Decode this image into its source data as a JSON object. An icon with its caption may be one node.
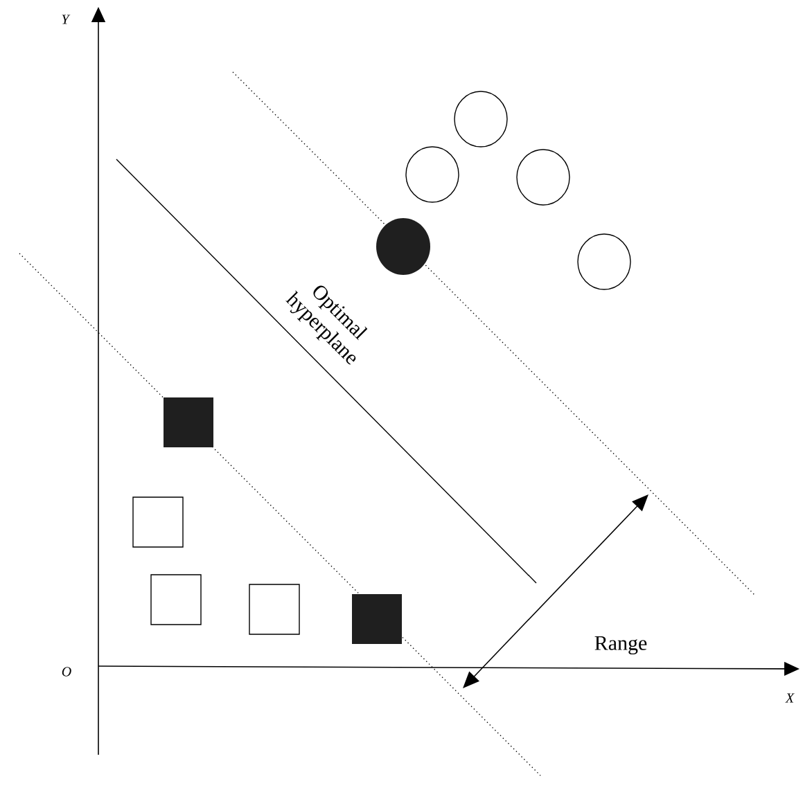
{
  "diagram": {
    "labels": [
      "Y",
      "Optimal hyperplane",
      "Range",
      "O",
      "X"
    ]
  }
}
